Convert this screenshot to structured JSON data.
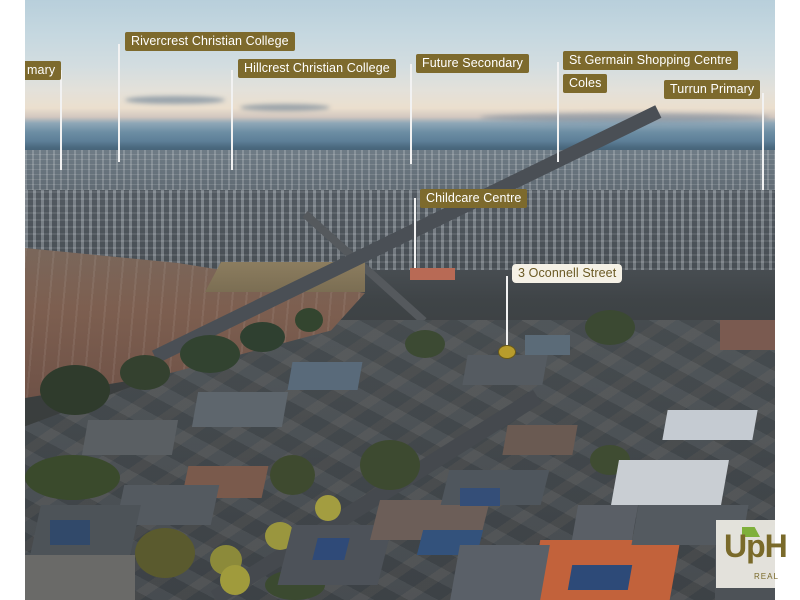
{
  "image": {
    "description": "Aerial drone photograph of a suburban residential area at dusk with annotated points of interest",
    "palette": {
      "label_bg": "#7d6a2d",
      "label_text": "#ffffff",
      "property_label_bg": "#f5f1e6",
      "property_label_text": "#6b5a24",
      "marker": "#b89c2c"
    }
  },
  "labels": [
    {
      "id": "primary-left",
      "text": "mary"
    },
    {
      "id": "rivercrest",
      "text": "Rivercrest Christian College"
    },
    {
      "id": "hillcrest",
      "text": "Hillcrest Christian College"
    },
    {
      "id": "future-secondary",
      "text": "Future Secondary"
    },
    {
      "id": "st-germain",
      "text": "St Germain Shopping Centre"
    },
    {
      "id": "coles",
      "text": "Coles"
    },
    {
      "id": "turrun",
      "text": "Turrun Primary"
    },
    {
      "id": "childcare",
      "text": "Childcare Centre"
    }
  ],
  "property": {
    "address": "3 Oconnell Street"
  },
  "watermark": {
    "brand": "Up",
    "brand_tail": "H",
    "sub": "REAL"
  }
}
